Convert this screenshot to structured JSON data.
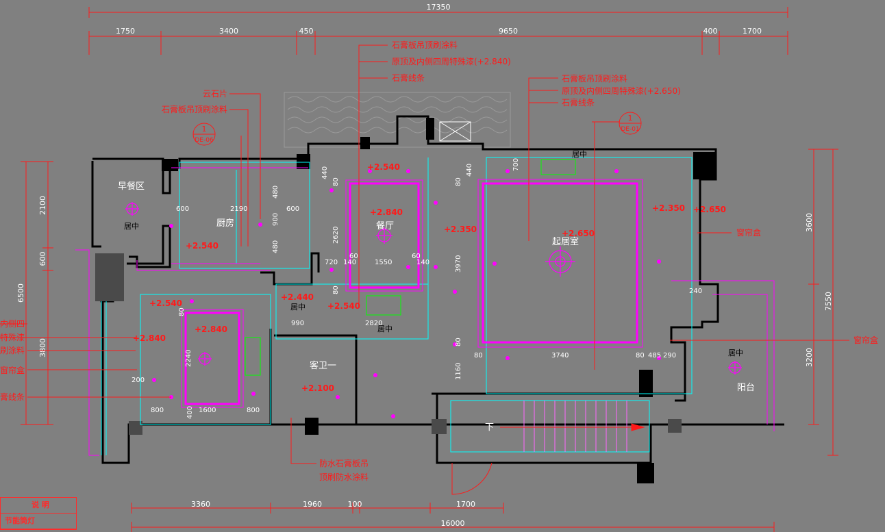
{
  "colors": {
    "background": "#808080",
    "wall": "#000000",
    "ceiling": "#ff00ff",
    "dimension": "#ff1a1a",
    "detail": "#00ffff",
    "fixture": "#00ff00"
  },
  "dims_top": {
    "overall": "17350",
    "d1": "1750",
    "d2": "3400",
    "d3": "450",
    "d4": "9650",
    "d5": "400",
    "d6": "1700"
  },
  "dims_bottom": {
    "overall": "16000",
    "d1": "3360",
    "d2": "1960",
    "d3": "100",
    "d4": "1700"
  },
  "dims_left": {
    "overall": "6500",
    "d1": "2100",
    "d2": "600",
    "d3": "3800"
  },
  "dims_right": {
    "overall": "7550",
    "d1": "3600",
    "d2": "3200"
  },
  "callouts": {
    "dining_1": "石膏板吊顶刷涂料",
    "dining_2": "原顶及内侧四周特殊漆(+2.840)",
    "dining_3": "石膏线条",
    "living_1": "石膏板吊顶刷涂料",
    "living_2": "原顶及内侧四周特殊漆(+2.650)",
    "living_3": "石膏线条",
    "kitchen_1": "云石片",
    "kitchen_2": "石膏板吊顶刷涂料",
    "curtain_right_1": "窗帘盒",
    "curtain_right_2": "窗帘盒",
    "bath_1": "防水石膏板吊",
    "bath_2": "顶刷防水涂料",
    "left_1": "内侧四",
    "left_2": "特殊漆",
    "left_3": "刷涂料",
    "left_4": "窗帘盒",
    "left_5": "膏线条"
  },
  "detail_refs": [
    {
      "num": "1",
      "ref": "DE-06"
    },
    {
      "num": "1",
      "ref": "DE-01"
    }
  ],
  "rooms": {
    "breakfast": "早餐区",
    "kitchen": "厨房",
    "dining": "餐厅",
    "living": "起居室",
    "guest_bath": "客卫一",
    "balcony": "阳台",
    "stairs_down": "下"
  },
  "centered": "居中",
  "elevations": {
    "e2540a": "+2.540",
    "e2840a": "+2.840",
    "e2350a": "+2.350",
    "e2650a": "+2.650",
    "e2350b": "+2.350",
    "e2650b": "+2.650",
    "e2540b": "+2.540",
    "e2540c": "+2.540",
    "e2840b": "+2.840",
    "e2840c": "+2.840",
    "e2440": "+2.440",
    "e2540d": "+2.540",
    "e2100": "+2.100"
  },
  "inner_dims": {
    "k600a": "600",
    "k2190": "2190",
    "k600b": "600",
    "k480a": "480",
    "k900": "900",
    "k480b": "480",
    "d440": "440",
    "d80a": "80",
    "d2620": "2620",
    "d80b": "80",
    "d720": "720",
    "d140a": "140",
    "d1550": "1550",
    "d60a": "60",
    "d60b": "60",
    "d140b": "140",
    "l440": "440",
    "l700": "700",
    "l80a": "80",
    "l3970": "3970",
    "l80b": "80",
    "l1160": "1160",
    "l80c": "80",
    "l3740": "3740",
    "l80d": "80",
    "l485": "485",
    "l290": "290",
    "l240": "240",
    "b80": "80",
    "b2240": "2240",
    "b400": "400",
    "b200": "200",
    "b800a": "800",
    "b1600": "1600",
    "b800b": "800",
    "c990": "990",
    "c2820": "2820"
  },
  "legend": {
    "header": "说  明",
    "row1": "节能筒灯"
  }
}
